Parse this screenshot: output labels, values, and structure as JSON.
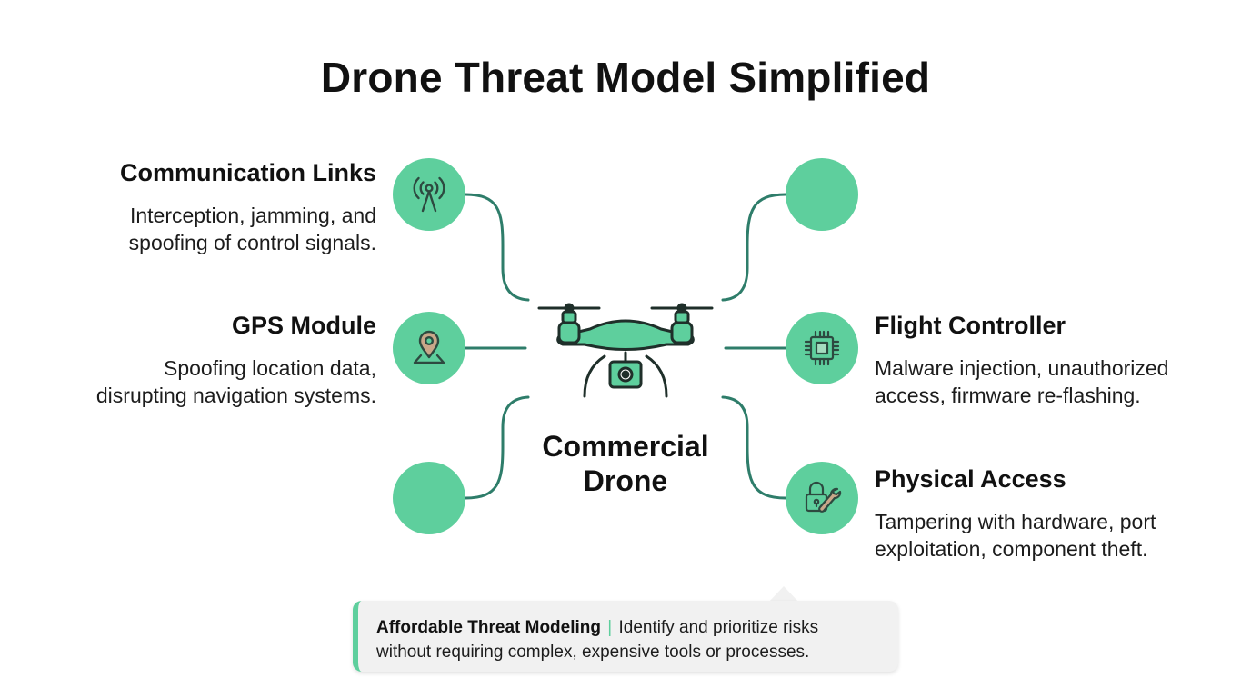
{
  "title": "Drone Threat Model Simplified",
  "center": {
    "line1": "Commercial",
    "line2": "Drone"
  },
  "nodes": {
    "communication_links": {
      "label": "Communication Links",
      "desc1": "Interception, jamming, and",
      "desc2": "spoofing of control signals.",
      "icon": "antenna-icon"
    },
    "gps_module": {
      "label": "GPS Module",
      "desc1": "Spoofing location data,",
      "desc2": "disrupting navigation systems.",
      "icon": "location-pin-icon"
    },
    "flight_controller": {
      "label": "Flight Controller",
      "desc1": "Malware injection, unauthorized",
      "desc2": "access, firmware re-flashing.",
      "icon": "chip-icon"
    },
    "physical_access": {
      "label": "Physical Access",
      "desc1": "Tampering with hardware, port",
      "desc2": "exploitation, component theft.",
      "icon": "lock-wrench-icon"
    }
  },
  "callout": {
    "heading": "Affordable Threat Modeling",
    "separator": "|",
    "text1": "Identify and prioritize risks",
    "text2": "without requiring complex, expensive tools or processes."
  },
  "colors": {
    "accent": "#5ecf9d",
    "connector": "#2e7d6a",
    "icon_stroke": "#2d4a40",
    "text": "#111111"
  }
}
